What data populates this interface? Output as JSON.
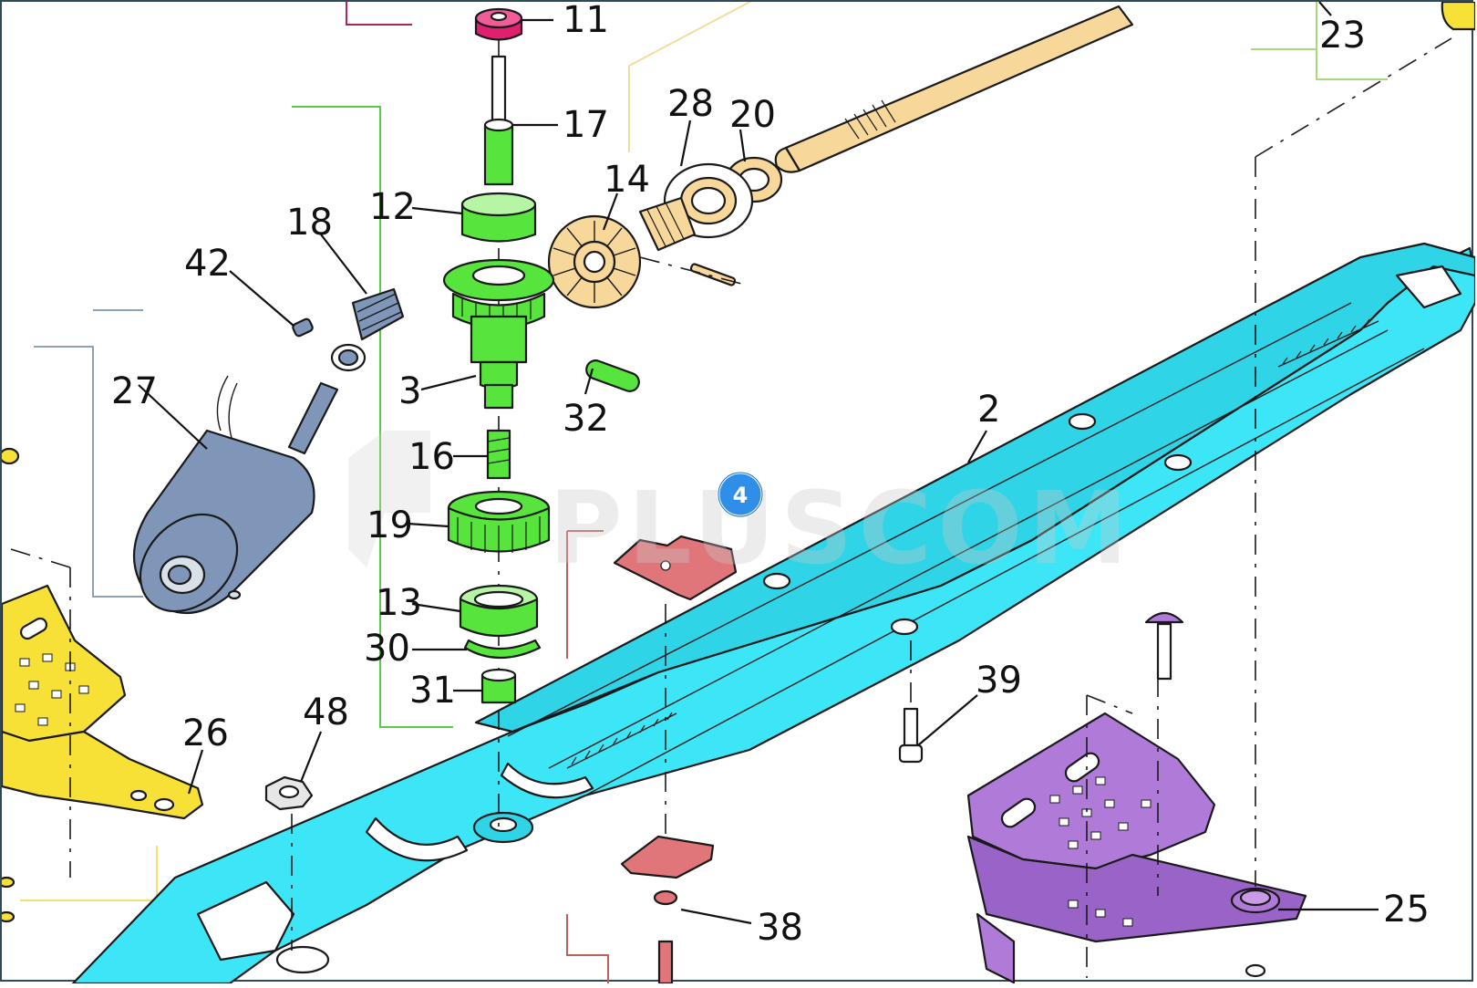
{
  "diagram": {
    "part_labels": {
      "p2": "2",
      "p3": "3",
      "p4": "4",
      "p11": "11",
      "p12": "12",
      "p13": "13",
      "p14": "14",
      "p16": "16",
      "p17": "17",
      "p18": "18",
      "p19": "19",
      "p20": "20",
      "p23": "23",
      "p25": "25",
      "p26": "26",
      "p27": "27",
      "p28": "28",
      "p30": "30",
      "p31": "31",
      "p32": "32",
      "p38": "38",
      "p39": "39",
      "p42": "42",
      "p48": "48"
    },
    "selected_badge": "4",
    "watermark": "PLUSCOM"
  },
  "colors": {
    "rail": "#3de6f7",
    "gear_assembly": "#57e43c",
    "worm_shaft": "#f8d79a",
    "motor": "#7f96b8",
    "bracket_left": "#f7e136",
    "bracket_right": "#b07ad9",
    "cap_top": "#e0206f",
    "pad": "#e0767a",
    "badge": "#2f8fe8"
  }
}
